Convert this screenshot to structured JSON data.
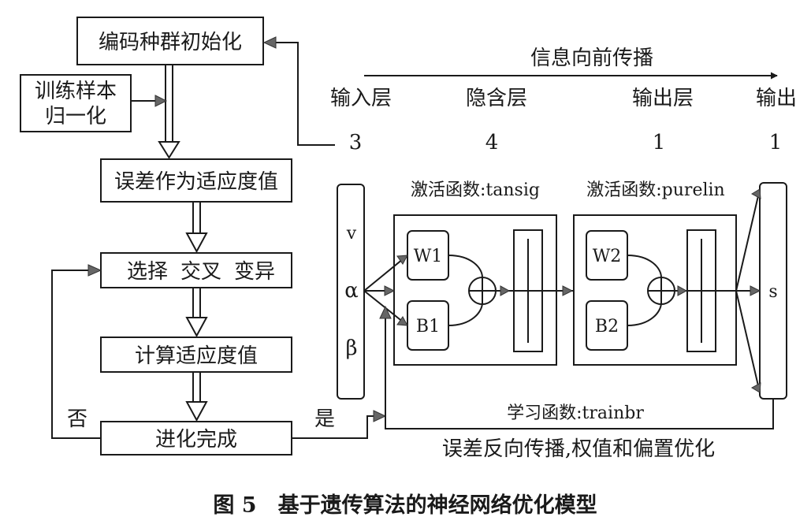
{
  "ga": {
    "init": "编码种群初始化",
    "normalize": [
      "训练样本",
      "归一化"
    ],
    "fitness": "误差作为适应度值",
    "ops": [
      "选择",
      "交叉",
      "变异"
    ],
    "calc": "计算适应度值",
    "done": "进化完成",
    "no": "否",
    "yes": "是"
  },
  "nn": {
    "forward": "信息向前传播",
    "layers": [
      {
        "name": "输入层",
        "count": "3"
      },
      {
        "name": "隐含层",
        "count": "4"
      },
      {
        "name": "输出层",
        "count": "1"
      },
      {
        "name": "输出",
        "count": "1"
      }
    ],
    "act1": "激活函数:tansig",
    "act2": "激活函数:purelin",
    "inputs": [
      "v",
      "α",
      "β"
    ],
    "w1": "W1",
    "b1": "B1",
    "w2": "W2",
    "b2": "B2",
    "output": "s",
    "learn": "学习函数:trainbr",
    "backprop": "误差反向传播,权值和偏置优化"
  },
  "caption": "图 5　基于遗传算法的神经网络优化模型"
}
